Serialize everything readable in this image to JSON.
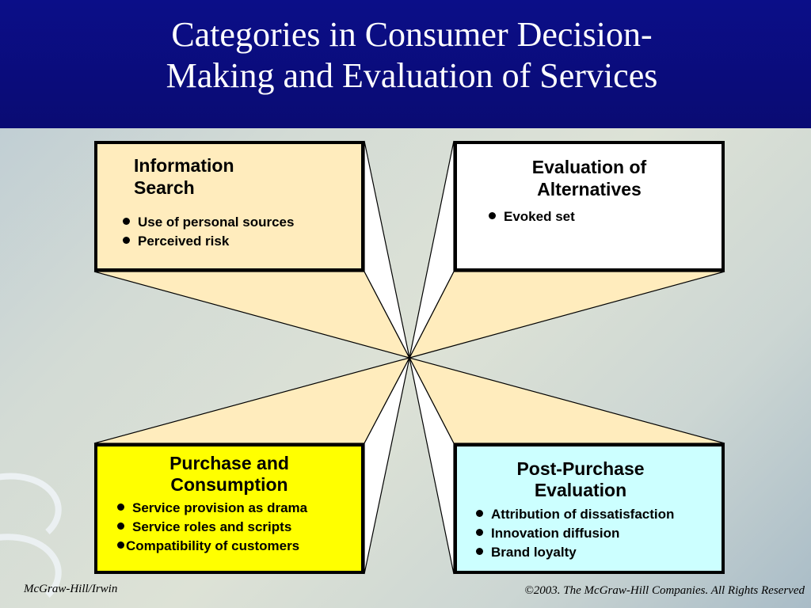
{
  "slide": {
    "title_line1": "Categories in Consumer Decision-",
    "title_line2": "Making and Evaluation of Services"
  },
  "boxes": {
    "information_search": {
      "heading_line1": "Information",
      "heading_line2": "Search",
      "items": [
        "Use of personal sources",
        "Perceived risk"
      ]
    },
    "evaluation_of_alternatives": {
      "heading_line1": "Evaluation of",
      "heading_line2": "Alternatives",
      "items": [
        "Evoked set"
      ]
    },
    "purchase_and_consumption": {
      "heading_line1": "Purchase and",
      "heading_line2": "Consumption",
      "items": [
        "Service provision as drama",
        "Service roles and scripts",
        "Compatibility of customers"
      ]
    },
    "post_purchase_evaluation": {
      "heading_line1": "Post-Purchase",
      "heading_line2": "Evaluation",
      "items": [
        "Attribution of dissatisfaction",
        "Innovation diffusion",
        "Brand loyalty"
      ]
    }
  },
  "footer": {
    "left": "McGraw-Hill/Irwin",
    "right": "©2003. The McGraw-Hill Companies. All Rights Reserved"
  },
  "colors": {
    "header_bg": "#0b0e88",
    "info_search_bg": "#ffecbd",
    "evaluation_bg": "#ffffff",
    "purchase_bg": "#ffff00",
    "post_purchase_bg": "#ccffff",
    "connector_fill": "#ffecbd"
  }
}
